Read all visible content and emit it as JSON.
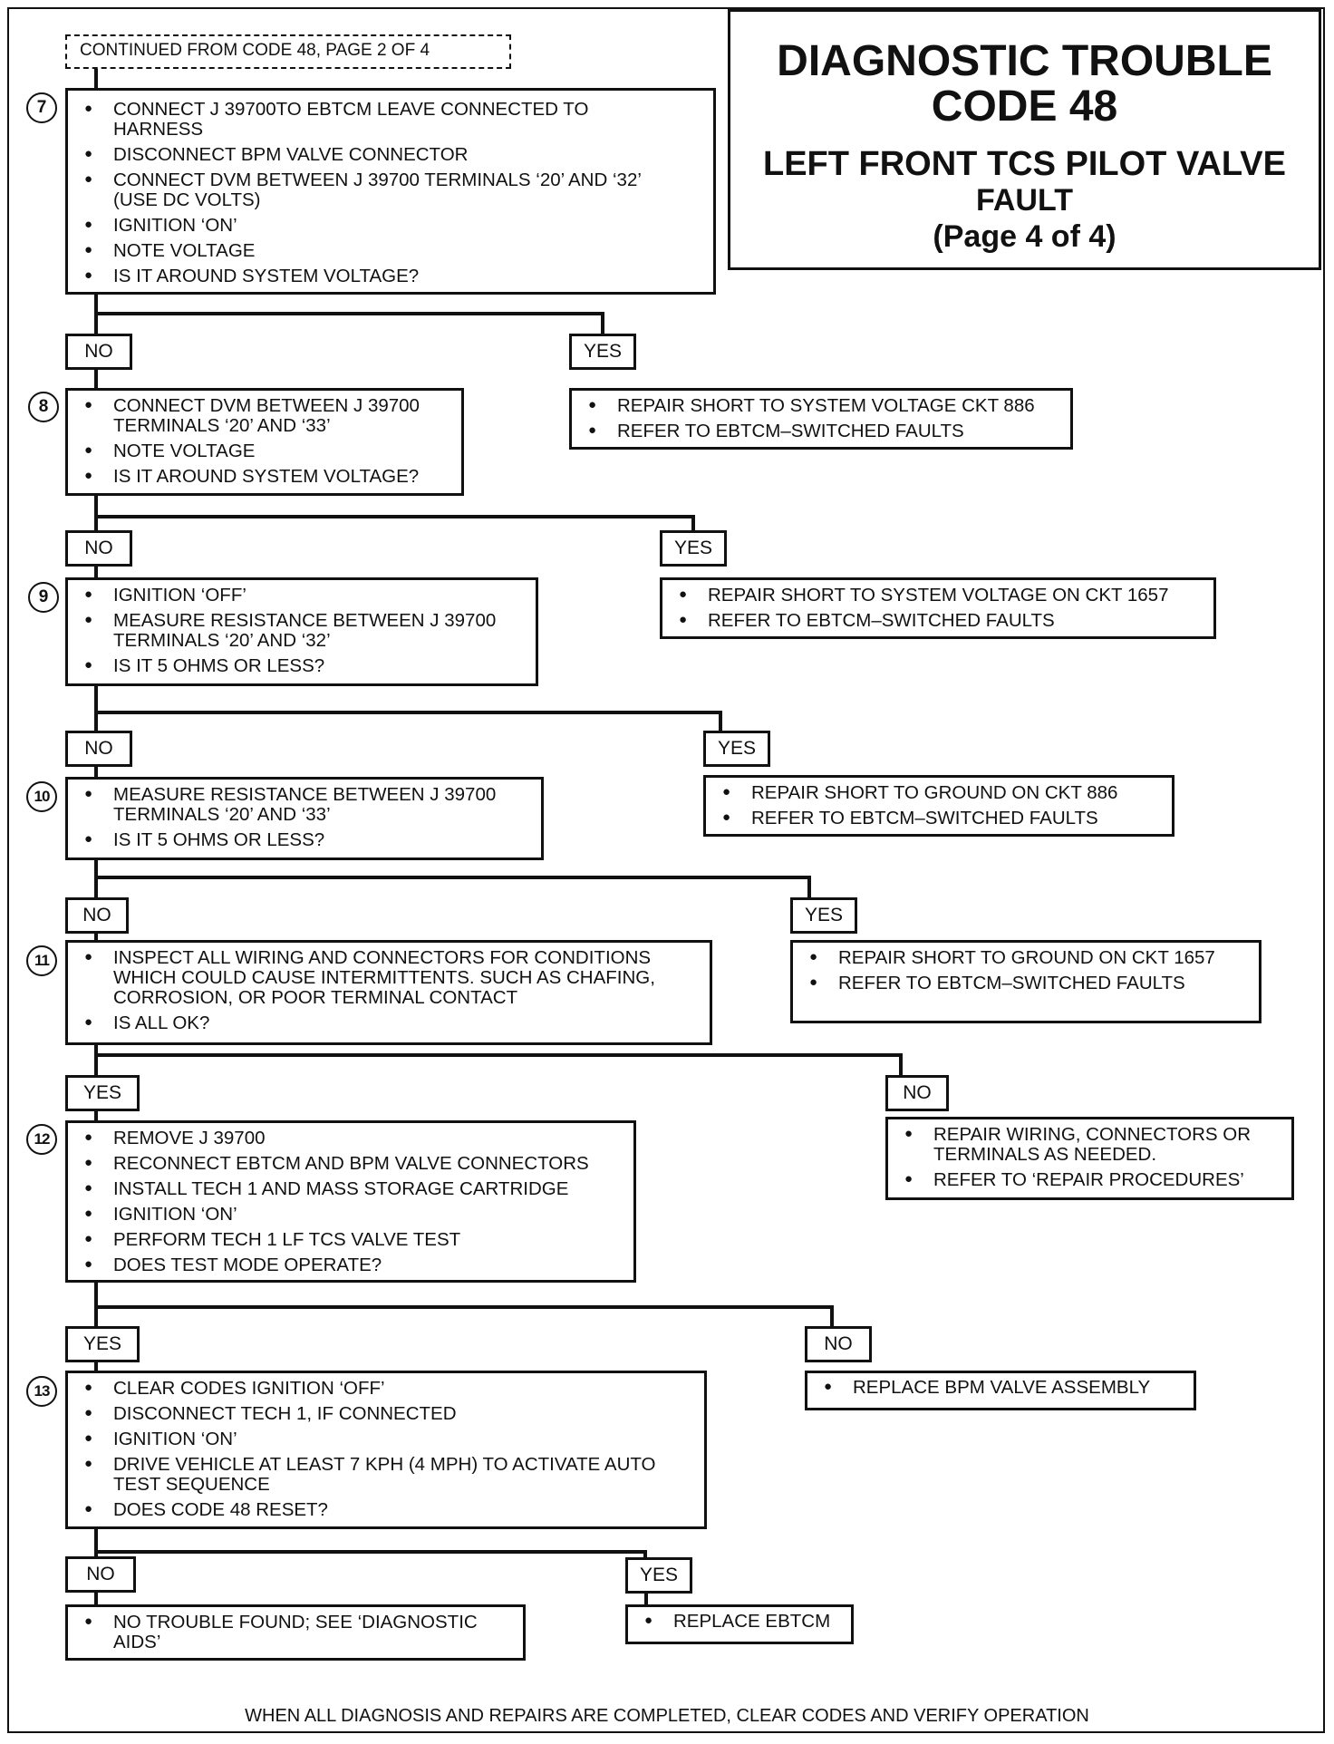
{
  "header": {
    "continued_from": "CONTINUED FROM CODE 48, PAGE 2 OF 4",
    "title_line1": "DIAGNOSTIC TROUBLE",
    "title_line2": "CODE 48",
    "subtitle_line1": "LEFT FRONT TCS PILOT VALVE",
    "subtitle_line2": "FAULT",
    "page": "(Page 4 of 4)"
  },
  "steps": [
    {
      "number": "7",
      "items": [
        "CONNECT J  39700TO EBTCM LEAVE CONNECTED TO\nHARNESS",
        "DISCONNECT BPM VALVE CONNECTOR",
        "CONNECT DVM BETWEEN J  39700 TERMINALS ‘20’ AND ‘32’\n(USE DC VOLTS)",
        "IGNITION ‘ON’",
        "NOTE VOLTAGE",
        "IS IT AROUND SYSTEM VOLTAGE?"
      ]
    },
    {
      "number": "8",
      "items": [
        "CONNECT DVM BETWEEN J  39700\nTERMINALS ‘20’ AND ‘33’",
        "NOTE VOLTAGE",
        "IS IT AROUND SYSTEM VOLTAGE?"
      ]
    },
    {
      "number": "9",
      "items": [
        "IGNITION ‘OFF’",
        "MEASURE RESISTANCE BETWEEN J  39700\nTERMINALS ‘20’ AND ‘32’",
        "IS IT 5 OHMS OR LESS?"
      ]
    },
    {
      "number": "10",
      "items": [
        "MEASURE RESISTANCE BETWEEN J  39700\nTERMINALS ‘20’ AND ‘33’",
        "IS IT 5 OHMS OR LESS?"
      ]
    },
    {
      "number": "11",
      "items": [
        "INSPECT ALL WIRING AND CONNECTORS FOR CONDITIONS\nWHICH COULD CAUSE INTERMITTENTS.  SUCH AS CHAFING,\nCORROSION, OR POOR TERMINAL CONTACT",
        "IS ALL OK?"
      ]
    },
    {
      "number": "12",
      "items": [
        "REMOVE J  39700",
        "RECONNECT EBTCM AND BPM VALVE CONNECTORS",
        "INSTALL TECH 1 AND MASS STORAGE CARTRIDGE",
        "IGNITION ‘ON’",
        "PERFORM TECH 1 LF TCS VALVE TEST",
        "DOES TEST MODE OPERATE?"
      ]
    },
    {
      "number": "13",
      "items": [
        "CLEAR CODES IGNITION ‘OFF’",
        "DISCONNECT TECH 1, IF CONNECTED",
        "IGNITION ‘ON’",
        "DRIVE VEHICLE AT LEAST 7 KPH (4 MPH) TO ACTIVATE AUTO\nTEST SEQUENCE",
        "DOES CODE 48 RESET?"
      ]
    }
  ],
  "outcomes": {
    "s7_yes": [
      "REPAIR SHORT TO SYSTEM VOLTAGE CKT  886",
      "REFER TO EBTCM–SWITCHED FAULTS"
    ],
    "s8_yes": [
      "REPAIR SHORT TO SYSTEM VOLTAGE ON CKT 1657",
      "REFER TO EBTCM–SWITCHED FAULTS"
    ],
    "s9_yes": [
      "REPAIR SHORT TO GROUND ON CKT 886",
      "REFER  TO EBTCM–SWITCHED FAULTS"
    ],
    "s10_yes": [
      "REPAIR SHORT TO GROUND ON CKT  1657",
      "REFER  TO EBTCM–SWITCHED FAULTS"
    ],
    "s11_no": [
      "REPAIR WIRING, CONNECTORS OR\nTERMINALS AS NEEDED.",
      "REFER TO ‘REPAIR PROCEDURES’"
    ],
    "s12_no": [
      "REPLACE BPM  VALVE ASSEMBLY"
    ],
    "s13_no": [
      "NO TROUBLE FOUND; SEE ‘DIAGNOSTIC\nAIDS’"
    ],
    "s13_yes": [
      "REPLACE  EBTCM"
    ]
  },
  "branch_labels": {
    "yes": "YES",
    "no": "NO"
  },
  "footer": "WHEN ALL DIAGNOSIS AND REPAIRS ARE COMPLETED, CLEAR CODES AND VERIFY OPERATION"
}
